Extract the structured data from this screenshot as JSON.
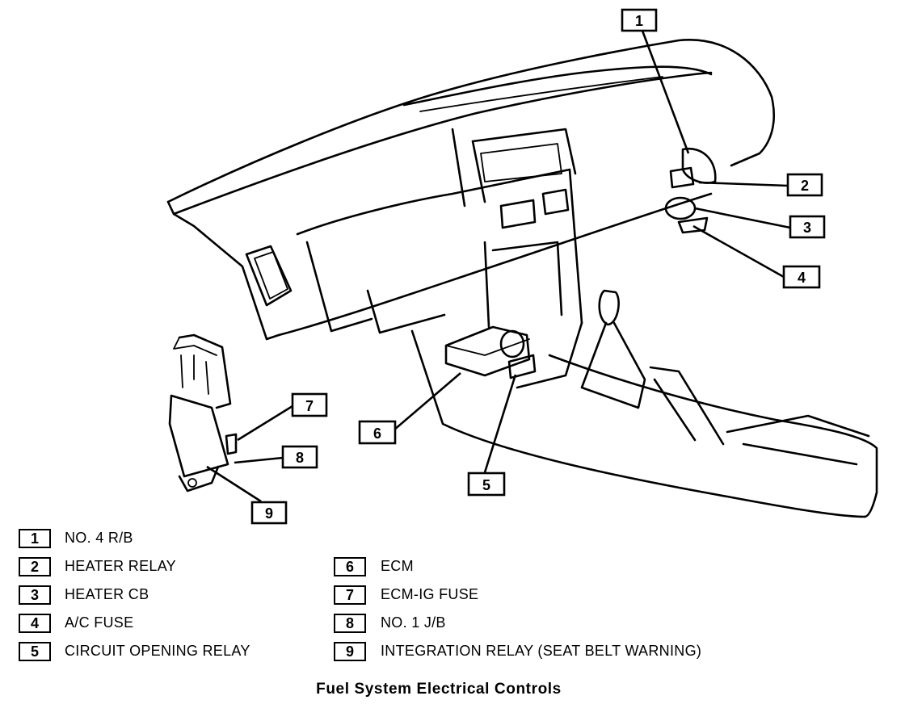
{
  "callouts": [
    "1",
    "2",
    "3",
    "4",
    "5",
    "6",
    "7",
    "8",
    "9"
  ],
  "legend": [
    {
      "num": "1",
      "label": "NO. 4 R/B"
    },
    {
      "num": "2",
      "label": "HEATER RELAY"
    },
    {
      "num": "3",
      "label": "HEATER CB"
    },
    {
      "num": "4",
      "label": "A/C FUSE"
    },
    {
      "num": "5",
      "label": "CIRCUIT OPENING RELAY"
    },
    {
      "num": "6",
      "label": "ECM"
    },
    {
      "num": "7",
      "label": "ECM-IG FUSE"
    },
    {
      "num": "8",
      "label": "NO. 1 J/B"
    },
    {
      "num": "9",
      "label": "INTEGRATION RELAY (SEAT BELT WARNING)"
    }
  ],
  "caption": "Fuel System Electrical Controls"
}
